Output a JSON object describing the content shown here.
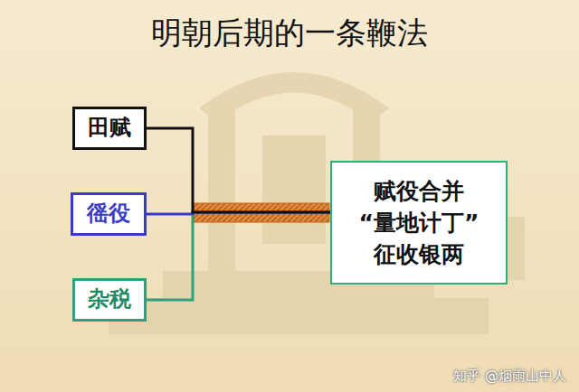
{
  "diagram": {
    "title": "明朝后期的一条鞭法",
    "nodes": [
      {
        "text": [
          "田赋"
        ]
      },
      {
        "text": [
          "徭役"
        ]
      },
      {
        "text": [
          "杂税"
        ]
      },
      {
        "text": [
          "赋役合并",
          "“量地计丁”",
          "征收银两"
        ]
      }
    ],
    "edges": [
      {
        "from": 0,
        "to": 3,
        "arrow": "none"
      },
      {
        "from": 1,
        "to": 3,
        "arrow": "none"
      },
      {
        "from": 2,
        "to": 3,
        "arrow": "none"
      }
    ],
    "labels": [
      "知乎 @烟雨山中人"
    ]
  }
}
